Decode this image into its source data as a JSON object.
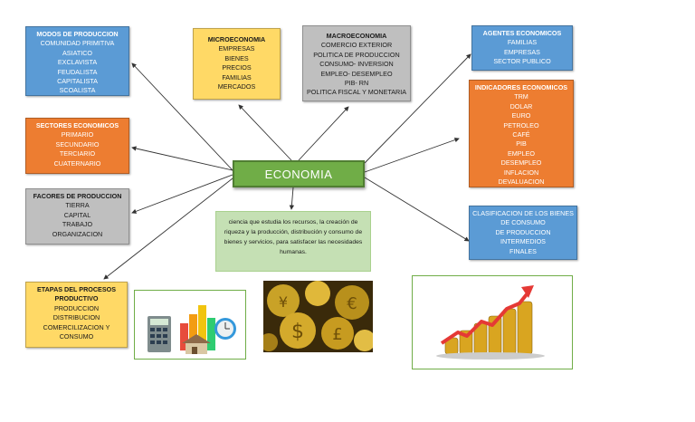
{
  "center": {
    "title": "ECONOMIA"
  },
  "definition": "ciencia que estudia los recursos, la creación de riqueza y la producción, distribución y consumo de bienes y servicios, para satisfacer las necesidades humanas.",
  "modos": {
    "title": "MODOS DE PRODUCCION",
    "items": [
      "COMUNIDAD PRIMITIVA",
      "ASIATICO",
      "EXCLAVISTA",
      "FEUDALISTA",
      "CAPITALISTA",
      "SCOALISTA"
    ]
  },
  "sectores": {
    "title": "SECTORES ECONOMICOS",
    "items": [
      "PRIMARIO",
      "SECUNDARIO",
      "TERCIARIO",
      "CUATERNARIO"
    ]
  },
  "factores": {
    "title": "FACORES DE PRODUCCION",
    "items": [
      "TIERRA",
      "CAPITAL",
      "TRABAJO",
      "ORGANIZACION"
    ]
  },
  "etapas": {
    "title": "ETAPAS DEL PROCESOS PRODUCTIVO",
    "items": [
      "PRODUCCION",
      "DISTRIBUCION",
      "COMERCILIZACION Y CONSUMO"
    ]
  },
  "micro": {
    "title": "MICROECONOMIA",
    "items": [
      "EMPRESAS",
      "BIENES",
      "PRECIOS",
      "FAMILIAS",
      "MERCADOS"
    ]
  },
  "macro": {
    "title": "MACROECONOMIA",
    "items": [
      "COMERCIO EXTERIOR",
      "POLITICA DE PRODUCCION",
      "CONSUMO- INVERSION",
      "EMPLEO- DESEMPLEO",
      "PIB- RN",
      "POLITICA FISCAL Y MONETARIA"
    ]
  },
  "agentes": {
    "title": "AGENTES ECONOMICOS",
    "items": [
      "FAMILIAS",
      "EMPRESAS",
      "SECTOR PUBLICO"
    ]
  },
  "indicadores": {
    "title": "INDICADORES ECONOMICOS",
    "items": [
      "TRM",
      "DOLAR",
      "EURO",
      "PETROLEO",
      "CAFÉ",
      "PIB",
      "EMPLEO",
      "DESEMPLEO",
      "INFLACION",
      "DEVALUACION"
    ]
  },
  "clasificacion": {
    "title": "CLASIFICACION DE LOS BIENES",
    "items": [
      "DE CONSUMO",
      "DE PRODUCCION",
      "INTERMEDIOS",
      "FINALES"
    ]
  },
  "colors": {
    "blue": "#5b9bd5",
    "orange": "#ed7d31",
    "yellow": "#ffd966",
    "gray": "#bfbfbf",
    "green": "#70ad47",
    "green_light": "#c5e0b4"
  },
  "images": [
    "calculator-charts-image",
    "gold-coins-currency-image",
    "coin-stacks-growth-image"
  ]
}
